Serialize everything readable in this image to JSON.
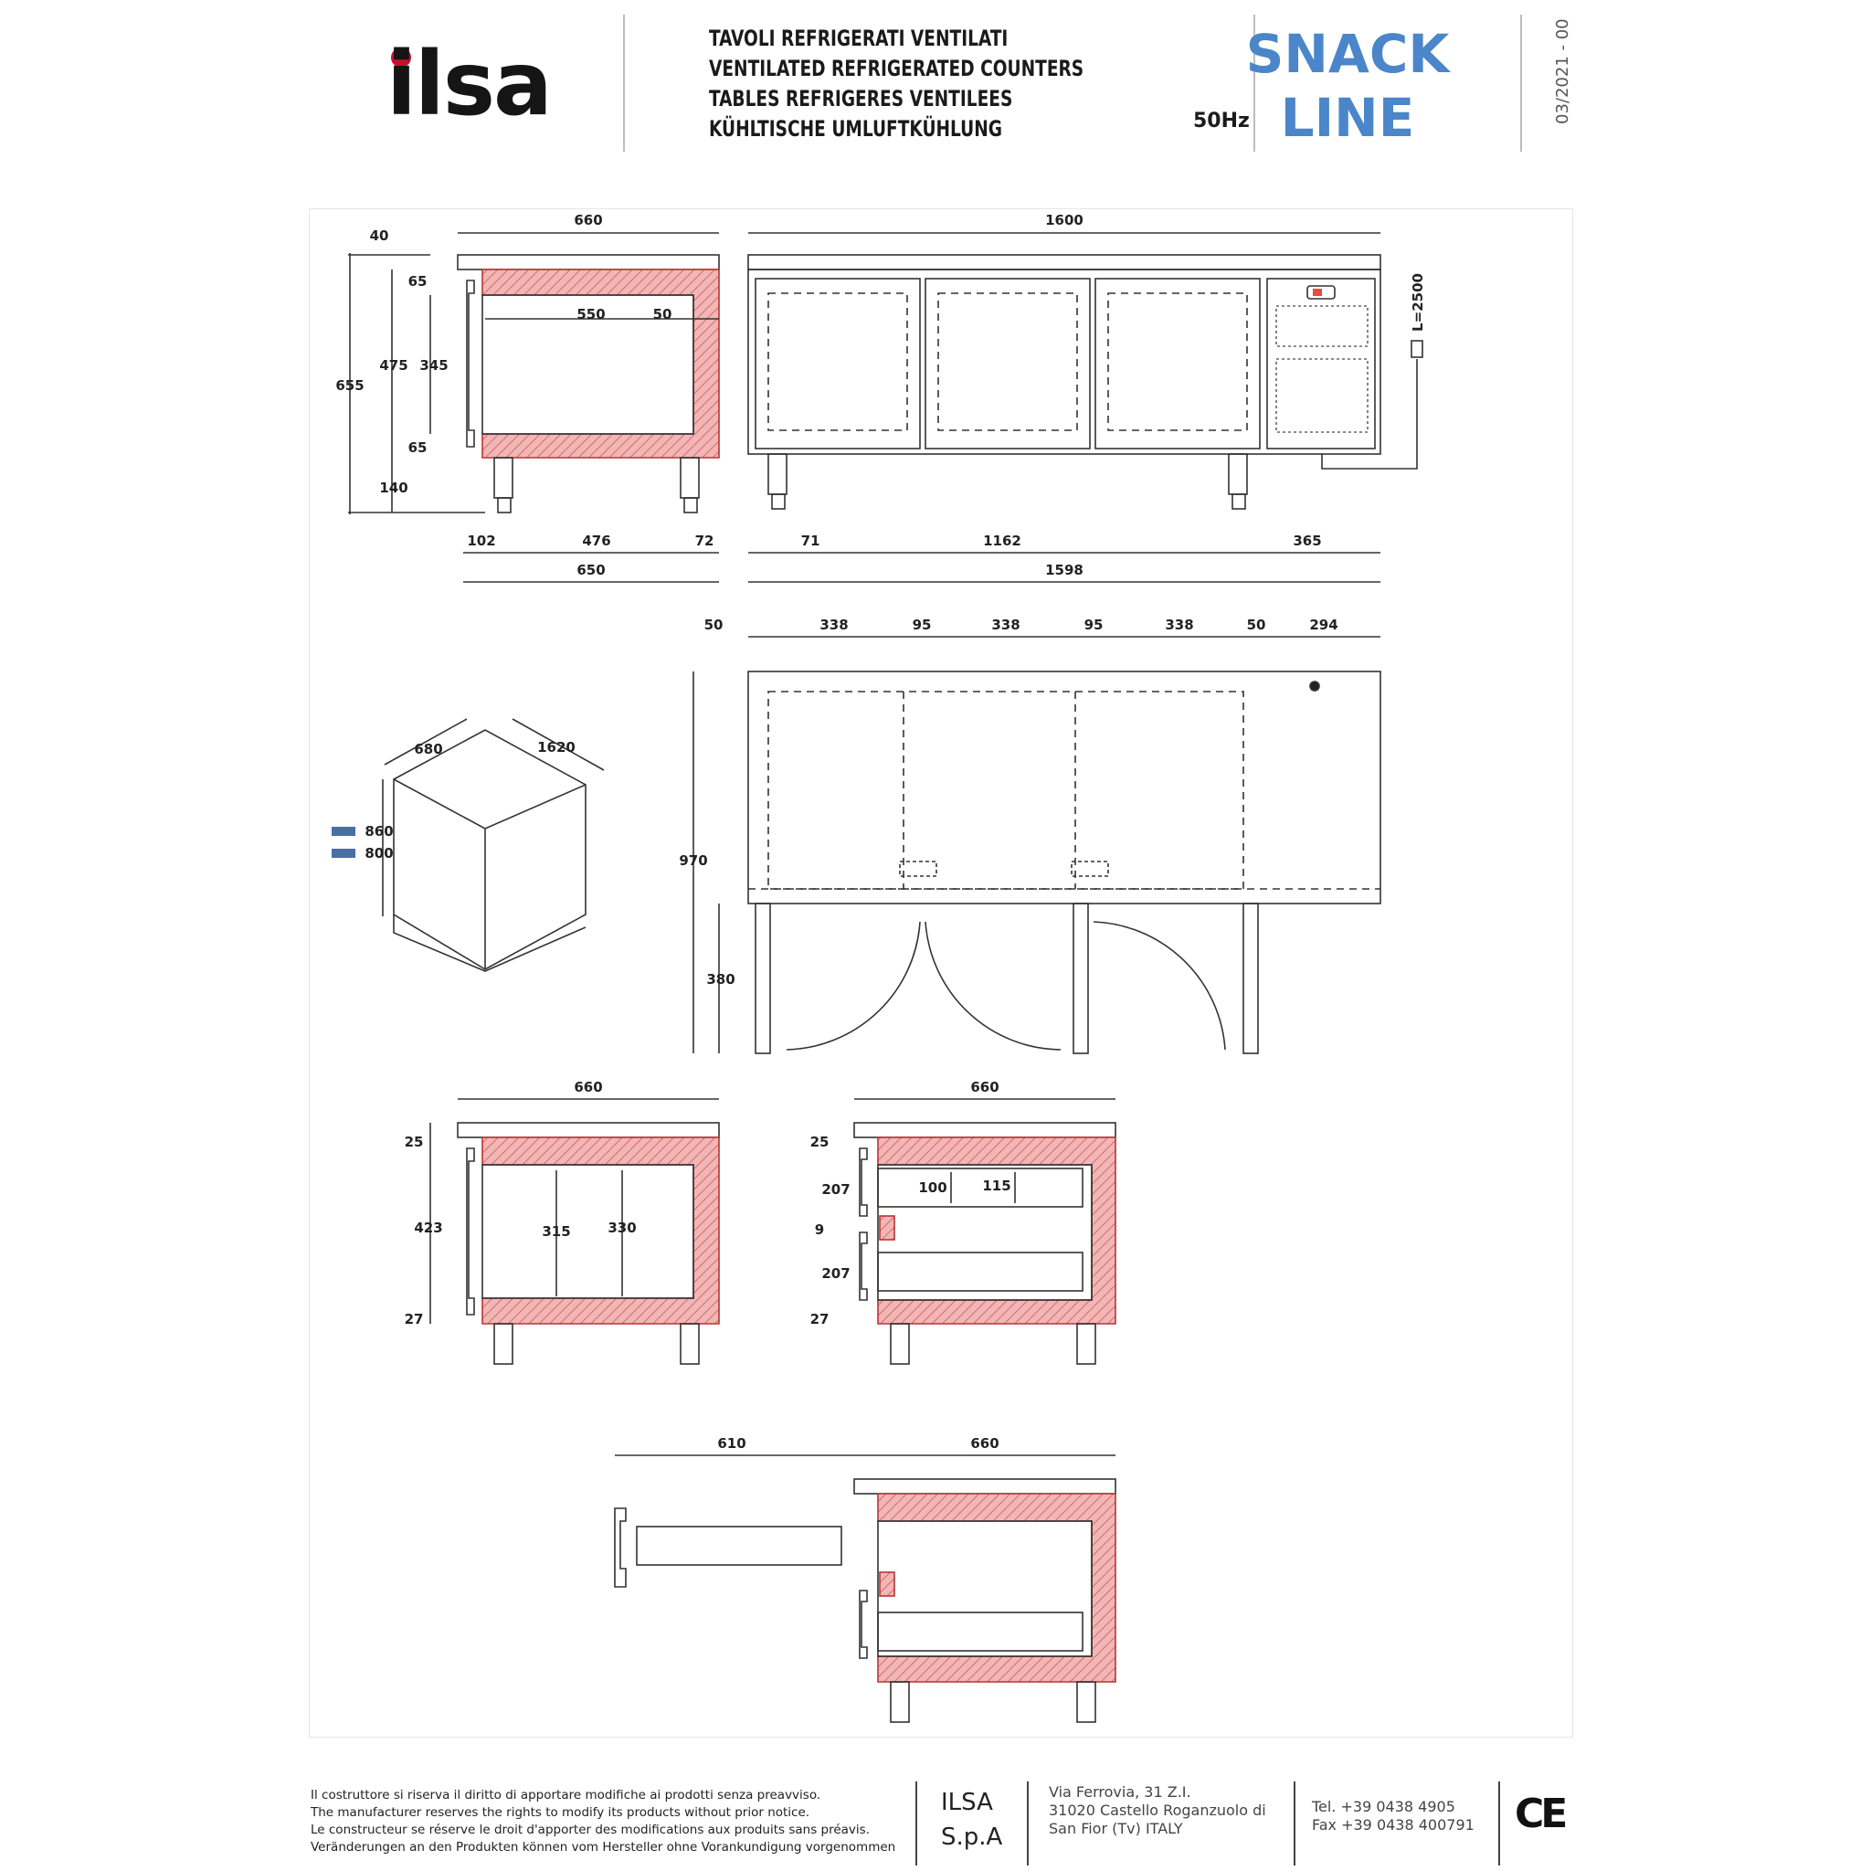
{
  "header": {
    "brand": "ilsa",
    "title_it": "TAVOLI REFRIGERATI VENTILATI",
    "title_en": "VENTILATED REFRIGERATED COUNTERS",
    "title_fr": "TABLES REFRIGERES VENTILEES",
    "title_de": "KÜHLTISCHE UMLUFTKÜHLUNG",
    "frequency": "50Hz",
    "line_name_1": "SNACK",
    "line_name_2": "LINE",
    "doc_date": "03/2021 - 00",
    "brand_color": "#c8102e",
    "accent_color": "#4a86c9"
  },
  "drawing": {
    "side": {
      "top_width": "660",
      "top_thk": "40",
      "wall_top": "65",
      "inner_h": "475",
      "door_h": "345",
      "wall_bottom": "65",
      "total_h": "655",
      "legs_h": "140",
      "inner_w": "550",
      "back_wall": "50",
      "foot_front": "102",
      "foot_span": "476",
      "foot_back": "72",
      "base_depth": "650"
    },
    "front": {
      "width": "1600",
      "cable": "L=2500",
      "leg_left": "71",
      "leg_span": "1162",
      "leg_right": "365",
      "base_width": "1598"
    },
    "plan": {
      "seg_1": "50",
      "door_1": "338",
      "gap_1": "95",
      "door_2": "338",
      "gap_2": "95",
      "door_3": "338",
      "seg_2": "50",
      "unit": "294",
      "height": "970",
      "door_swing": "380"
    },
    "pack": {
      "depth": "680",
      "width": "1620",
      "height_1": "860",
      "height_2": "800"
    },
    "section_tray": {
      "width": "660",
      "top": "25",
      "inner": "423",
      "bottom": "27",
      "shelf_h1": "315",
      "shelf_h2": "330"
    },
    "section_drawer": {
      "width": "660",
      "top": "25",
      "drawer_1": "207",
      "gap": "9",
      "drawer_2": "207",
      "bottom": "27",
      "pan_1": "100",
      "pan_2": "115"
    },
    "drawer_open": {
      "extension": "610",
      "width": "660"
    },
    "insulation_color": "#e79a9a"
  },
  "footer": {
    "disclaimer_it": "Il costruttore si riserva il diritto di apportare modifiche ai prodotti senza preavviso.",
    "disclaimer_en": "The manufacturer reserves the rights to modify its products without prior notice.",
    "disclaimer_fr": "Le constructeur se réserve le droit d'apporter des modifications aux produits sans préavis.",
    "disclaimer_de": "Veränderungen an den Produkten können vom Hersteller ohne Vorankundigung vorgenommen",
    "company_1": "ILSA",
    "company_2": "S.p.A",
    "address_1": "Via Ferrovia, 31 Z.I.",
    "address_2": "31020 Castello Roganzuolo di",
    "address_3": "San Fior (Tv) ITALY",
    "tel": "Tel. +39 0438 4905",
    "fax": "Fax +39 0438 400791",
    "ce_mark": "CE"
  }
}
